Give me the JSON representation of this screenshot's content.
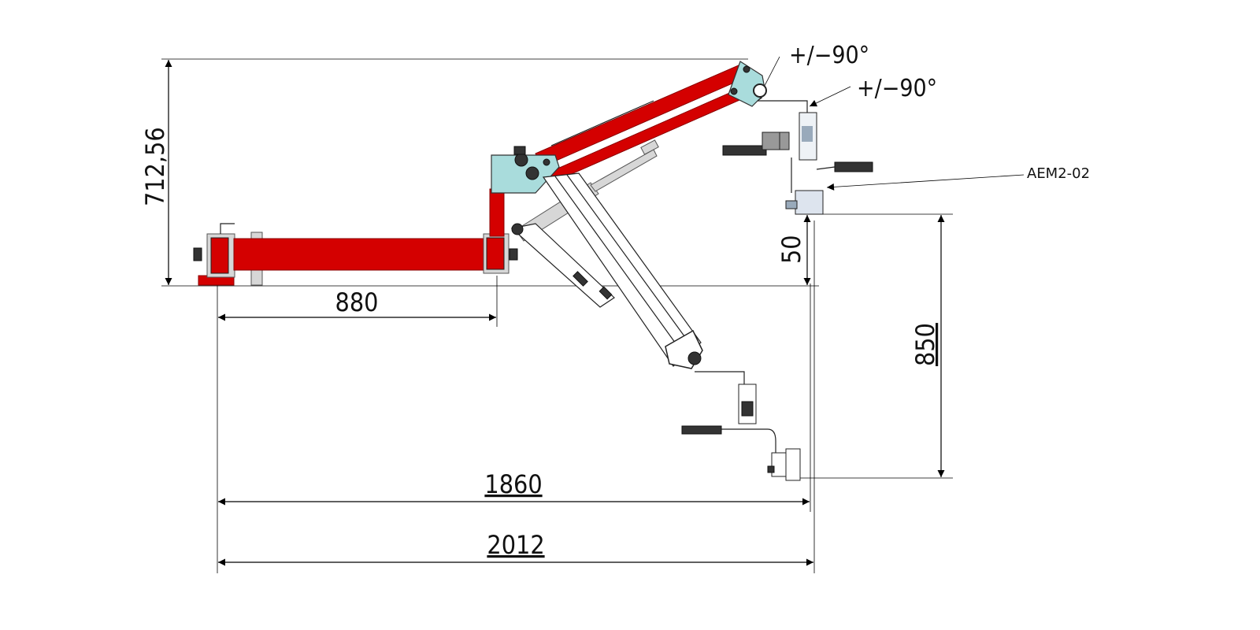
{
  "drawing": {
    "dimensions": {
      "height_left": "712,56",
      "reach_inner": "880",
      "reach_1860": "1860",
      "reach_2012": "2012",
      "drop_850": "850",
      "offset_50": "50"
    },
    "rotations": {
      "rot_1": "+/−90°",
      "rot_2": "+/−90°"
    },
    "callout": {
      "model": "AEM2-02"
    },
    "colors": {
      "arm_red": "#d40000",
      "joint_cyan": "#a9dcdc",
      "steel": "#d7d7d7",
      "line": "#000000"
    }
  }
}
